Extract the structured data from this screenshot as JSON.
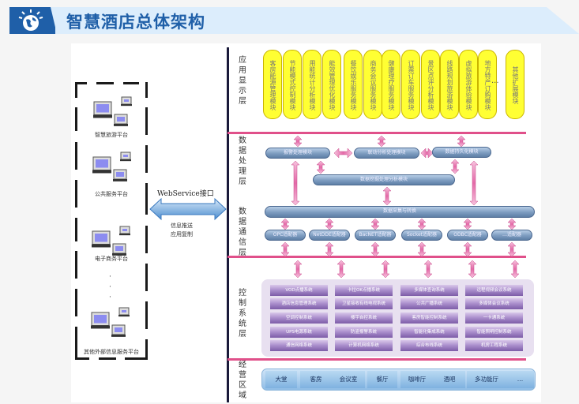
{
  "header": {
    "title": "智慧酒店总体架构",
    "icon": "globe-icon"
  },
  "left_panel": {
    "platforms": [
      "智慧旅游平台",
      "公共服务平台",
      "电子商务平台",
      "其他外部信息服务平台"
    ],
    "ellipsis": "·"
  },
  "interface": {
    "label": "WebService接口",
    "line1": "信息推送",
    "line2": "应用复制"
  },
  "layers": {
    "app": {
      "label": "应用显示层",
      "modules": [
        "客房能源管理模块",
        "节能模式控制模块",
        "用能统计分析模块",
        "能效管理优化模块",
        "餐饮娱乐服务模块",
        "商务会议服务模块",
        "健康理疗服务模块",
        "订票订车服务模块",
        "景区点评分析模块",
        "线路规划旅游模块",
        "虚拟旅游体验模块",
        "地方特产订购模块",
        "其他扩展模块"
      ],
      "ellipsis": "···"
    },
    "processing": {
      "label": "数据处理层",
      "modules": [
        "报警处理模块",
        "联动分析处理模块",
        "数据持久化模块",
        "数据挖掘处理分析模块"
      ]
    },
    "comm": {
      "label": "数据通信层",
      "bus": "数据采集与转换",
      "adapters": [
        "OPC适配器",
        "NetDDE适配器",
        "BacNET适配器",
        "Socket适配器",
        "ODBC适配器",
        "…适配器"
      ]
    },
    "control": {
      "label": "控制系统层",
      "systems": [
        [
          "VOD点播系统",
          "卡拉OK点播系统",
          "多媒体查询系统",
          "远程视频会议系统"
        ],
        [
          "酒店信息管理系统",
          "卫星接收有线电视系统",
          "公共广播系统",
          "多媒体会议系统"
        ],
        [
          "空调控制系统",
          "楼宇自控系统",
          "客房智能控制系统",
          "一卡通系统"
        ],
        [
          "UPS电源系统",
          "防盗报警系统",
          "智能化集成系统",
          "智能照明控制系统"
        ],
        [
          "通信网络系统",
          "计算机网络系统",
          "综合布线系统",
          "机房工程系统"
        ]
      ]
    },
    "business": {
      "label": "经营区域",
      "areas": [
        "大堂",
        "客房",
        "会议室",
        "餐厅",
        "咖啡厅",
        "酒吧",
        "多功能厅",
        "…"
      ]
    }
  },
  "colors": {
    "brand": "#1f5fa8",
    "header_bg": "#dcedfc",
    "module_yellow": "#ffff33",
    "divider_pink": "#e0508a"
  }
}
